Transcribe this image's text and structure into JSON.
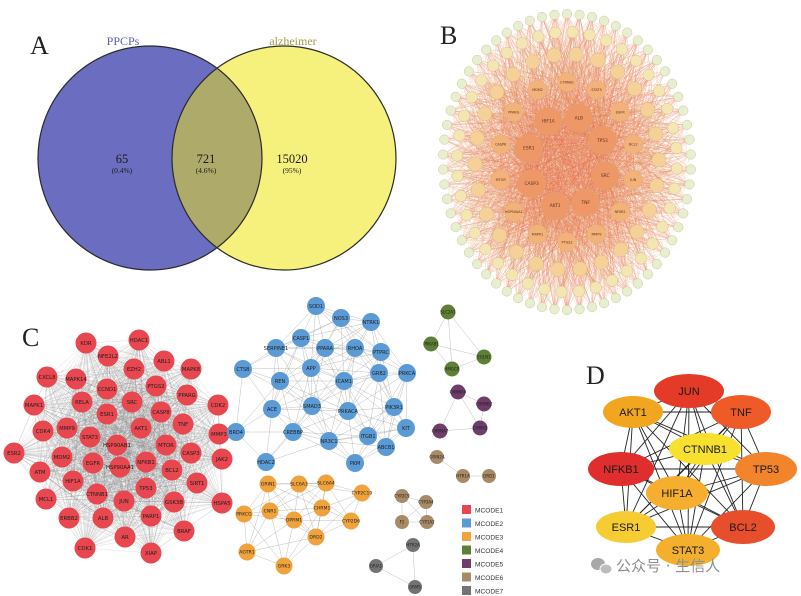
{
  "panel_labels": {
    "a": "A",
    "b": "B",
    "c": "C",
    "d": "D"
  },
  "venn": {
    "sets": [
      "PPCPs",
      "alzheimer"
    ],
    "left_only": {
      "count": "65",
      "percent": "(0.4%)"
    },
    "overlap": {
      "count": "721",
      "percent": "(4.6%)"
    },
    "right_only": {
      "count": "15020",
      "percent": "(95%)"
    },
    "colors": {
      "left": "#6b6dc0",
      "right": "#f5f17c",
      "overlap": "#aeaa6a",
      "left_label": "#5b5fb5",
      "right_label": "#a39a48"
    }
  },
  "network_b": {
    "inner_labels": [
      "ALB",
      "TP53",
      "SRC",
      "TNF",
      "AKT1",
      "CASP3",
      "ESR1",
      "HIF1A"
    ],
    "second_labels": [
      "CTNNB1",
      "STAT3",
      "EGFR",
      "BCL2",
      "JUN",
      "NFKB1",
      "MMP9",
      "PTGS2",
      "MAPK1",
      "HSP90AA1",
      "MTOR",
      "CASP8",
      "PPARG",
      "MDM2"
    ],
    "ring_colors": [
      "#ee9868",
      "#f3b27a",
      "#f6d197",
      "#f4e6b3",
      "#e6f0d0"
    ],
    "edge_colors": [
      "#e05a3a",
      "#e8804f",
      "#eea070",
      "#d9c893",
      "#c9dcb5"
    ]
  },
  "mcode": {
    "edge_color": "#8a8a8a",
    "clusters": [
      {
        "name": "MCODE1",
        "color": "#e8474f",
        "genes": [
          "KDR",
          "NFE2L2",
          "HDAC1",
          "ABL1",
          "CXCL8",
          "MAPK14",
          "CCND1",
          "EZH2",
          "PTGS2",
          "MAPK8",
          "PPARG",
          "MAPK1",
          "RELA",
          "ESR1",
          "SRC",
          "CASP8",
          "CDK2",
          "CDK4",
          "MMP9",
          "STAT3",
          "HSP90AB1",
          "AKT1",
          "TNF",
          "MMP3",
          "MTOR",
          "ESR2",
          "MDM2",
          "EGFR",
          "HSP90AA1",
          "NFKB1",
          "CASP3",
          "JAK2",
          "ATM",
          "HIF1A",
          "BCL2",
          "SIRT1",
          "TP53",
          "CTNNB1",
          "MCL1",
          "JUN",
          "GSK3B",
          "HSPA5",
          "ERBB2",
          "ALB",
          "PARP1",
          "BRAF",
          "CDK1",
          "AR",
          "XIAP"
        ]
      },
      {
        "name": "MCODE2",
        "color": "#5b9bd5",
        "genes": [
          "SOD1",
          "NOS3",
          "NTRK1",
          "CASP1",
          "SERPINE1",
          "PPARA",
          "RHOA",
          "PTPRC",
          "CTSB",
          "APP",
          "REN",
          "ICAM1",
          "GRB2",
          "PRKCA",
          "ACE",
          "SMAD3",
          "PRKACA",
          "PIK3R1",
          "BRD4",
          "CREBBP",
          "NR3C1",
          "ITGB1",
          "KIT",
          "ABCB1",
          "HDAC2",
          "PKM"
        ]
      },
      {
        "name": "MCODE3",
        "color": "#f0a23c",
        "genes": [
          "GRIN1",
          "SLC6A3",
          "SLC6A4",
          "CYP2C19",
          "PRKCG",
          "CNR1",
          "CHRM1",
          "OPRM1",
          "CYP2D6",
          "DRD2",
          "AGTR1",
          "GRK3"
        ]
      },
      {
        "name": "MCODE4",
        "color": "#5e7f35",
        "genes": [
          "SLC2A1",
          "PRKAB1",
          "HMGCR",
          "EGLN1"
        ]
      },
      {
        "name": "MCODE5",
        "color": "#6e3d6a",
        "genes": [
          "CHRNA4",
          "CHRNB2",
          "CHRNA7",
          "CHRM2"
        ]
      },
      {
        "name": "MCODE6",
        "color": "#a88a66",
        "genes": [
          "GRIN2A",
          "HTR1A",
          "DRD1",
          "CYP2C9",
          "CYP3A4",
          "F2",
          "CYP1A2"
        ]
      },
      {
        "name": "MCODE7",
        "color": "#737373",
        "genes": [
          "HTR2A",
          "GRIA1",
          "GRM5"
        ]
      }
    ]
  },
  "hub": {
    "edge_color": "#222222",
    "genes": [
      {
        "name": "JUN",
        "color": "#e43b29"
      },
      {
        "name": "AKT1",
        "color": "#f2a51f"
      },
      {
        "name": "TNF",
        "color": "#ee5a28"
      },
      {
        "name": "CTNNB1",
        "color": "#f7e02e"
      },
      {
        "name": "NFKB1",
        "color": "#e02d2d"
      },
      {
        "name": "TP53",
        "color": "#f2842c"
      },
      {
        "name": "HIF1A",
        "color": "#f5ae2d"
      },
      {
        "name": "ESR1",
        "color": "#f6cc33"
      },
      {
        "name": "BCL2",
        "color": "#e74e2b"
      },
      {
        "name": "STAT3",
        "color": "#f4b02d"
      }
    ]
  },
  "watermark": "公众号 · 生信人"
}
